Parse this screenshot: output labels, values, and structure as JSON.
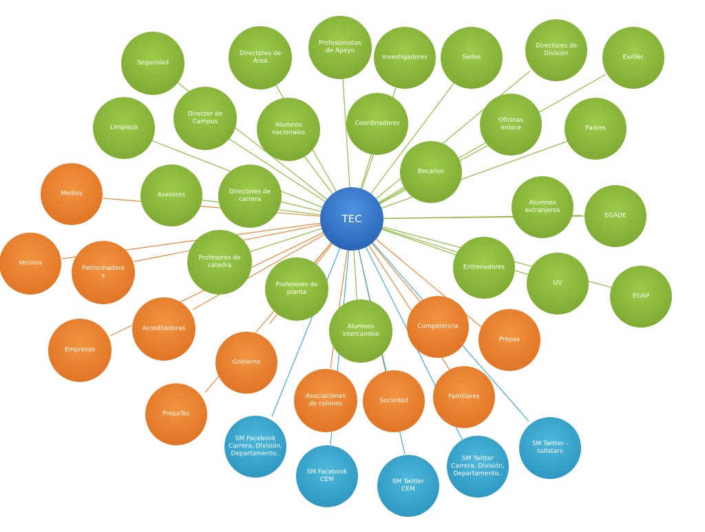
{
  "colors": {
    "green": "#8dbb3e",
    "orange": "#ec8432",
    "blue": "#3fa9cf",
    "center": "#3a7fd0",
    "line_green": "#8dbb3e",
    "line_orange": "#ec8432",
    "line_blue": "#3fa9cf"
  },
  "center": {
    "id": "tec",
    "label": "TEC"
  },
  "nodes": [
    {
      "id": "seguridad",
      "label": "Seguridad",
      "group": "green"
    },
    {
      "id": "directores-area",
      "label": "Directores de\nÁrea",
      "group": "green"
    },
    {
      "id": "profesionistas",
      "label": "Profesionistas\nde Apoyo",
      "group": "green"
    },
    {
      "id": "investigadores",
      "label": "Investigadores",
      "group": "green"
    },
    {
      "id": "sedes",
      "label": "Sedes",
      "group": "green"
    },
    {
      "id": "directores-division",
      "label": "Directores de\nDivisión",
      "group": "green"
    },
    {
      "id": "exatec",
      "label": "ExATec",
      "group": "green"
    },
    {
      "id": "limpieza",
      "label": "Limpieza",
      "group": "green"
    },
    {
      "id": "director-campus",
      "label": "Director de\nCampus",
      "group": "green"
    },
    {
      "id": "alumnos-nacionales",
      "label": "Alumnos\nnacionales",
      "group": "green"
    },
    {
      "id": "coordinadores",
      "label": "Coordinadores",
      "group": "green"
    },
    {
      "id": "oficinas-enlace",
      "label": "Oficinas\nenlace",
      "group": "green"
    },
    {
      "id": "padres",
      "label": "Padres",
      "group": "green"
    },
    {
      "id": "becarios",
      "label": "Becarios",
      "group": "green"
    },
    {
      "id": "asesores",
      "label": "Asesores",
      "group": "green"
    },
    {
      "id": "directores-carrera",
      "label": "Directores de\ncarrera",
      "group": "green"
    },
    {
      "id": "alumnos-extranjeros",
      "label": "Alumnos\nextranjeros",
      "group": "green"
    },
    {
      "id": "egade",
      "label": "EGADE",
      "group": "green"
    },
    {
      "id": "profesores-catedra",
      "label": "Profesores de\ncátedra",
      "group": "green"
    },
    {
      "id": "profesores-planta",
      "label": "Profesores de\nplanta",
      "group": "green"
    },
    {
      "id": "entrenadores",
      "label": "Entrenadores",
      "group": "green"
    },
    {
      "id": "uv",
      "label": "UV",
      "group": "green"
    },
    {
      "id": "egap",
      "label": "EGAP",
      "group": "green"
    },
    {
      "id": "alumnos-intercambio",
      "label": "Alumnos\nintercambio",
      "group": "green"
    },
    {
      "id": "medios",
      "label": "Medios",
      "group": "orange"
    },
    {
      "id": "vecinos",
      "label": "Vecinos",
      "group": "orange"
    },
    {
      "id": "patrocinadores",
      "label": "Patrocinadore\ns",
      "group": "orange"
    },
    {
      "id": "acreditadoras",
      "label": "Acreditadoras",
      "group": "orange"
    },
    {
      "id": "empresas",
      "label": "Empresas",
      "group": "orange"
    },
    {
      "id": "gobierno",
      "label": "Gobierno",
      "group": "orange"
    },
    {
      "id": "prepatec",
      "label": "PrepaTec",
      "group": "orange"
    },
    {
      "id": "competencia",
      "label": "Competencia",
      "group": "orange"
    },
    {
      "id": "prepas",
      "label": "Prepas",
      "group": "orange"
    },
    {
      "id": "asociaciones-colonos",
      "label": "Asociaciones\nde colonos",
      "group": "orange"
    },
    {
      "id": "sociedad",
      "label": "Sociedad",
      "group": "orange"
    },
    {
      "id": "familiares",
      "label": "Familiares",
      "group": "orange"
    },
    {
      "id": "sm-facebook-carrera",
      "label": "SM Facebook\nCarrera, División,\nDepartamento..",
      "group": "blue"
    },
    {
      "id": "sm-facebook-cem",
      "label": "SM Facebook\nCEM",
      "group": "blue"
    },
    {
      "id": "sm-twitter-cem",
      "label": "SM Twitter\nCEM",
      "group": "blue"
    },
    {
      "id": "sm-twitter-carrera",
      "label": "SM Twitter\nCarrera, División,\nDepartamento..",
      "group": "blue"
    },
    {
      "id": "sm-twitter-tuitstars",
      "label": "SM Twitter -\ntuitstars",
      "group": "blue"
    }
  ]
}
